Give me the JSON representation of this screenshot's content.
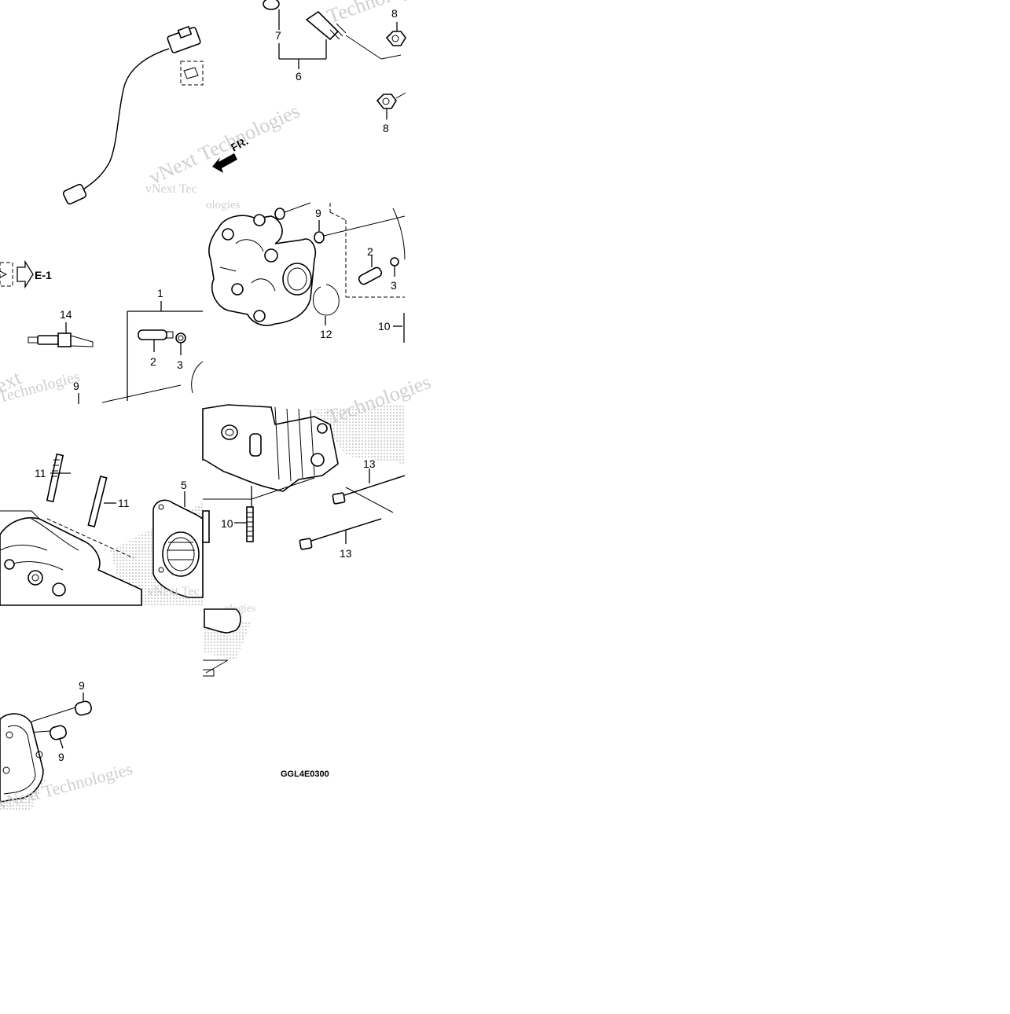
{
  "diagram": {
    "callouts": {
      "c1": "1",
      "c2a": "2",
      "c3a": "3",
      "c2b": "2",
      "c3b": "3",
      "c5": "5",
      "c6": "6",
      "c7": "7",
      "c8a": "8",
      "c8b": "8",
      "c9a": "9",
      "c9b": "9",
      "c9c": "9",
      "c9d": "9",
      "c10a": "10",
      "c10b": "10",
      "c11a": "11",
      "c11b": "11",
      "c12": "12",
      "c13a": "13",
      "c13b": "13",
      "c14": "14"
    },
    "reference": "E-1",
    "direction": "FR.",
    "code": "GGL4E0300",
    "watermark_a": "vNext Technologies",
    "watermark_b": "Technologies",
    "watermark_c": "vNext Tec",
    "watermark_d": "ext",
    "watermark_e": "ologies"
  }
}
